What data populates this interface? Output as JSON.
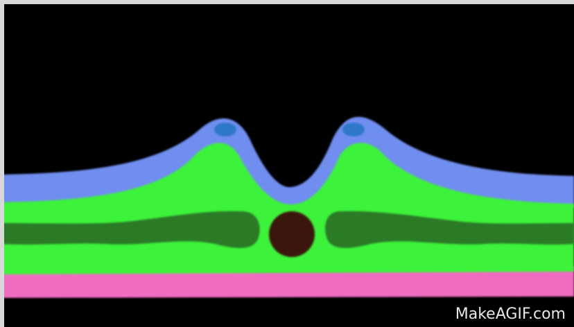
{
  "watermark": {
    "text": "MakeAGIF.com"
  },
  "colors": {
    "background": "#000000",
    "blue_layer": "#6f8ef0",
    "blue_spot": "#2f78c8",
    "green_layer": "#3cf23a",
    "dark_green_layer": "#2a7a26",
    "brown_circle": "#3a150c",
    "pink_layer": "#f06cc0"
  },
  "diagram": {
    "description_icons": [
      "blue-layer",
      "green-layer",
      "dark-green-band",
      "brown-circle",
      "pink-layer"
    ]
  }
}
